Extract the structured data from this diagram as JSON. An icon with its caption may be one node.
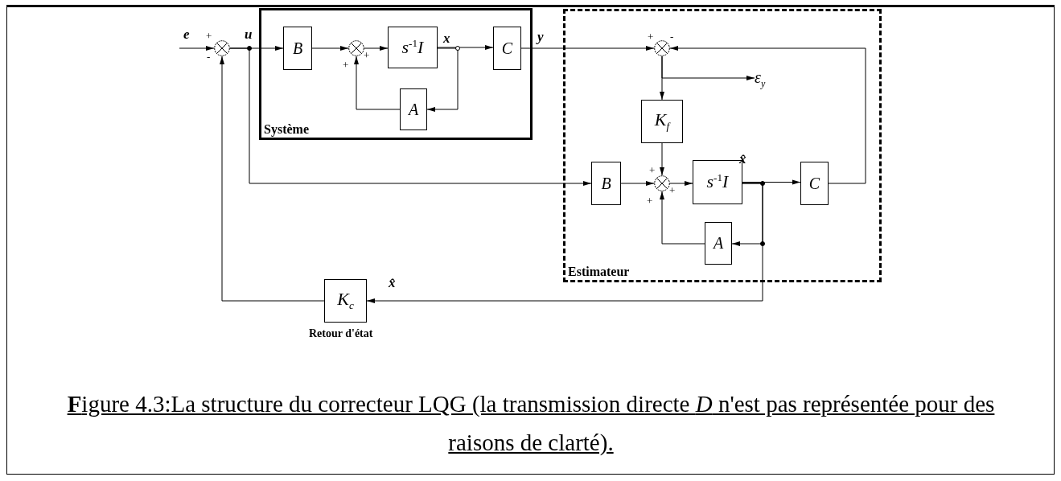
{
  "diagram": {
    "caption": "**F**igure 4.3:La structure du correcteur LQG (la transmission directe *D* n'est pas représentée pour des raisons de clarté).",
    "nodes": [
      {
        "text": [],
        "shape": "circle",
        "beside": [
          "+",
          "-"
        ]
      },
      {
        "text": [
          "Système"
        ]
      },
      {
        "text": [
          "B"
        ],
        "in": 1
      },
      {
        "text": [],
        "shape": "circle",
        "in": 1,
        "beside": [
          "+",
          "+"
        ]
      },
      {
        "text": [
          "s$^{-1}$I"
        ],
        "in": 1
      },
      {
        "text": [
          "C"
        ],
        "in": 1
      },
      {
        "text": [
          "A"
        ],
        "in": 1
      },
      {
        "text": [
          "Estimateur"
        ]
      },
      {
        "text": [],
        "shape": "circle",
        "in": 7,
        "beside": [
          "+",
          "-"
        ]
      },
      {
        "text": [
          "ε$_{y}$"
        ],
        "in": 7
      },
      {
        "text": [
          "K$_{f}$"
        ],
        "in": 7
      },
      {
        "text": [
          "B"
        ],
        "in": 7
      },
      {
        "text": [],
        "shape": "circle",
        "in": 7,
        "beside": [
          "+",
          "+",
          "+"
        ]
      },
      {
        "text": [
          "s$^{-1}$I"
        ],
        "in": 7
      },
      {
        "text": [
          "C"
        ],
        "in": 7
      },
      {
        "text": [
          "A"
        ],
        "in": 7
      },
      {
        "text": [
          "K$_{c}$"
        ],
        "beside": [
          "Retour d'état"
        ]
      }
    ],
    "edges": [
      {
        "from": null,
        "to": 0,
        "arrow": "to"
      },
      {
        "from": 0,
        "to": 2,
        "arrow": "to"
      },
      {
        "from": 0,
        "to": 11,
        "arrow": "to"
      },
      {
        "from": 2,
        "to": 3,
        "arrow": "to"
      },
      {
        "from": 3,
        "to": 4,
        "arrow": "to"
      },
      {
        "from": 4,
        "to": 5,
        "arrow": "to"
      },
      {
        "from": 4,
        "to": 6,
        "arrow": "to"
      },
      {
        "from": 6,
        "to": 3,
        "arrow": "to"
      },
      {
        "from": 5,
        "to": 8,
        "arrow": "to"
      },
      {
        "from": 14,
        "to": 8,
        "arrow": "to"
      },
      {
        "from": 8,
        "to": 10,
        "arrow": "to"
      },
      {
        "from": 8,
        "to": 9,
        "arrow": "to"
      },
      {
        "from": 10,
        "to": 12,
        "arrow": "to"
      },
      {
        "from": 11,
        "to": 12,
        "arrow": "to"
      },
      {
        "from": 12,
        "to": 13,
        "arrow": "to"
      },
      {
        "from": 13,
        "to": 14,
        "arrow": "to"
      },
      {
        "from": 13,
        "to": 15,
        "arrow": "to"
      },
      {
        "from": 15,
        "to": 12,
        "arrow": "to"
      },
      {
        "from": 13,
        "to": 16,
        "arrow": "to"
      },
      {
        "from": 16,
        "to": 0,
        "arrow": "to"
      }
    ],
    "labels": [
      "e",
      "u",
      "x",
      "y",
      "x̂",
      "x̂"
    ]
  }
}
